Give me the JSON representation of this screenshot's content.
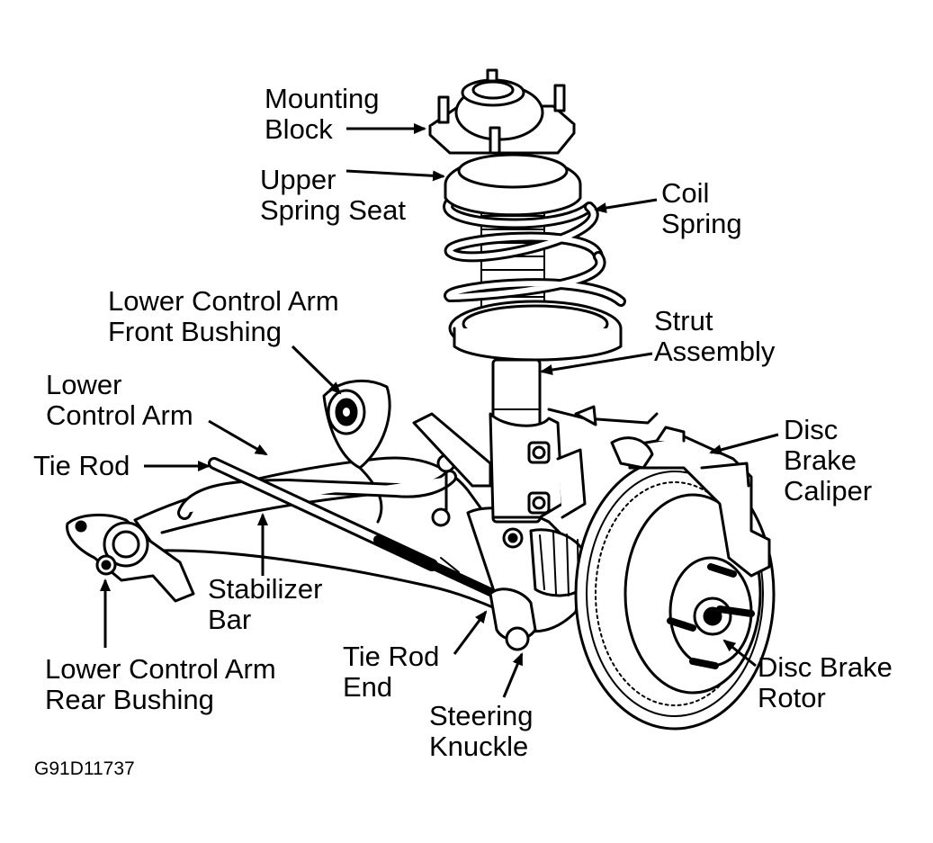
{
  "diagram": {
    "figure_code": "G91D11737",
    "labels": {
      "mounting_block": [
        "Mounting",
        "Block"
      ],
      "upper_spring_seat": [
        "Upper",
        "Spring Seat"
      ],
      "coil_spring": [
        "Coil",
        "Spring"
      ],
      "lca_front_bushing": [
        "Lower Control Arm",
        "Front Bushing"
      ],
      "strut_assembly": [
        "Strut",
        "Assembly"
      ],
      "lower_control_arm": [
        "Lower",
        "Control Arm"
      ],
      "disc_brake_caliper": [
        "Disc",
        "Brake",
        "Caliper"
      ],
      "tie_rod": [
        "Tie Rod"
      ],
      "stabilizer_bar": [
        "Stabilizer",
        "Bar"
      ],
      "tie_rod_end": [
        "Tie Rod",
        "End"
      ],
      "disc_brake_rotor": [
        "Disc Brake",
        "Rotor"
      ],
      "lca_rear_bushing": [
        "Lower Control Arm",
        "Rear Bushing"
      ],
      "steering_knuckle": [
        "Steering",
        "Knuckle"
      ]
    }
  }
}
